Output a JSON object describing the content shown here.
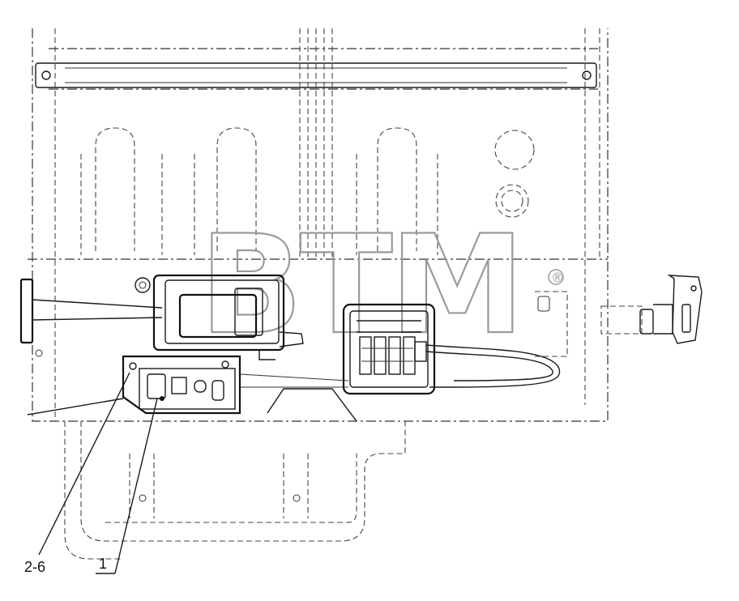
{
  "watermark": {
    "text": "BTM",
    "registered": "®"
  },
  "callouts": [
    {
      "label": "2-6"
    },
    {
      "label": "1"
    }
  ]
}
